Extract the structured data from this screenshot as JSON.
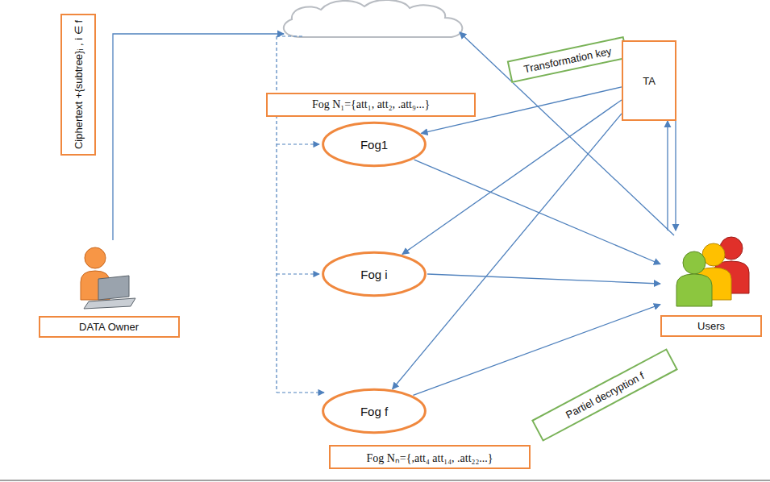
{
  "diagram": {
    "nodes": [
      {
        "text": [
          "Ciphertext +{subtree}ᵢ , i ∈ f"
        ]
      },
      {
        "text": [
          "DATA Owner"
        ]
      },
      {
        "text": [
          "Fog N₁={att₁, att₂, .att₉...}"
        ]
      },
      {
        "text": [
          "Fog1"
        ]
      },
      {
        "text": [
          "Fog i"
        ]
      },
      {
        "text": [
          "Fog f"
        ]
      },
      {
        "text": [
          "Fog Nₙ={,att₄ att₁₄, .att₂₂...}"
        ]
      },
      {
        "text": [
          "Transformation key"
        ]
      },
      {
        "text": [
          "TA"
        ]
      },
      {
        "text": [
          "Users"
        ]
      },
      {
        "text": [
          "Partiel decryption f"
        ]
      }
    ],
    "edges": [
      {
        "from": 8,
        "to": 3,
        "arrow": "to"
      },
      {
        "from": 8,
        "to": 4,
        "arrow": "to"
      },
      {
        "from": 8,
        "to": 5,
        "arrow": "to"
      },
      {
        "from": 3,
        "to": 9,
        "arrow": "to"
      },
      {
        "from": 4,
        "to": 9,
        "arrow": "to"
      },
      {
        "from": 5,
        "to": 9,
        "arrow": "to"
      },
      {
        "from": 9,
        "to": 8,
        "arrow": "to"
      },
      {
        "from": 8,
        "to": 9,
        "arrow": "to"
      }
    ]
  }
}
